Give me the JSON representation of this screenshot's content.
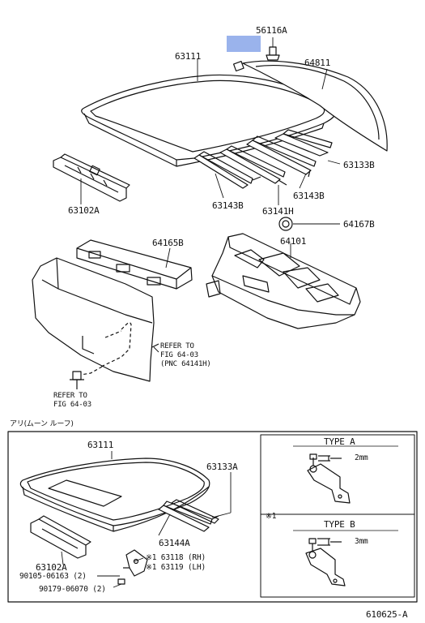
{
  "diagram_id": "610625-A",
  "top_parts": {
    "p56116A": "56116A",
    "p63111": "63111",
    "p64811": "64811",
    "p63133B": "63133B",
    "p63102A": "63102A",
    "p63143B_left": "63143B",
    "p63143B_right": "63143B",
    "p63141H": "63141H",
    "p64167B": "64167B",
    "p64165B": "64165B",
    "p64101": "64101"
  },
  "refer_notes": {
    "refer1_line1": "REFER TO",
    "refer1_line2": "FIG 64-03",
    "refer1_line3": "(PNC 64141H)",
    "refer2_line1": "REFER TO",
    "refer2_line2": "FIG 64-03"
  },
  "moonroof_section": {
    "heading": "アリ(ムーン ルーフ)",
    "p63111": "63111",
    "p63133A": "63133A",
    "p63144A": "63144A",
    "p63102A": "63102A",
    "p63118": "※1 63118 (RH)",
    "p63119": "※1 63119 (LH)",
    "p90105": "90105-06163 (2)",
    "p90179": "90179-06070 (2)",
    "ref_mark": "※1"
  },
  "types": {
    "type_a": "TYPE A",
    "type_a_dim": "2mm",
    "type_b": "TYPE B",
    "type_b_dim": "3mm"
  },
  "colors": {
    "redaction": "#9ab3ec",
    "line": "#111111"
  }
}
